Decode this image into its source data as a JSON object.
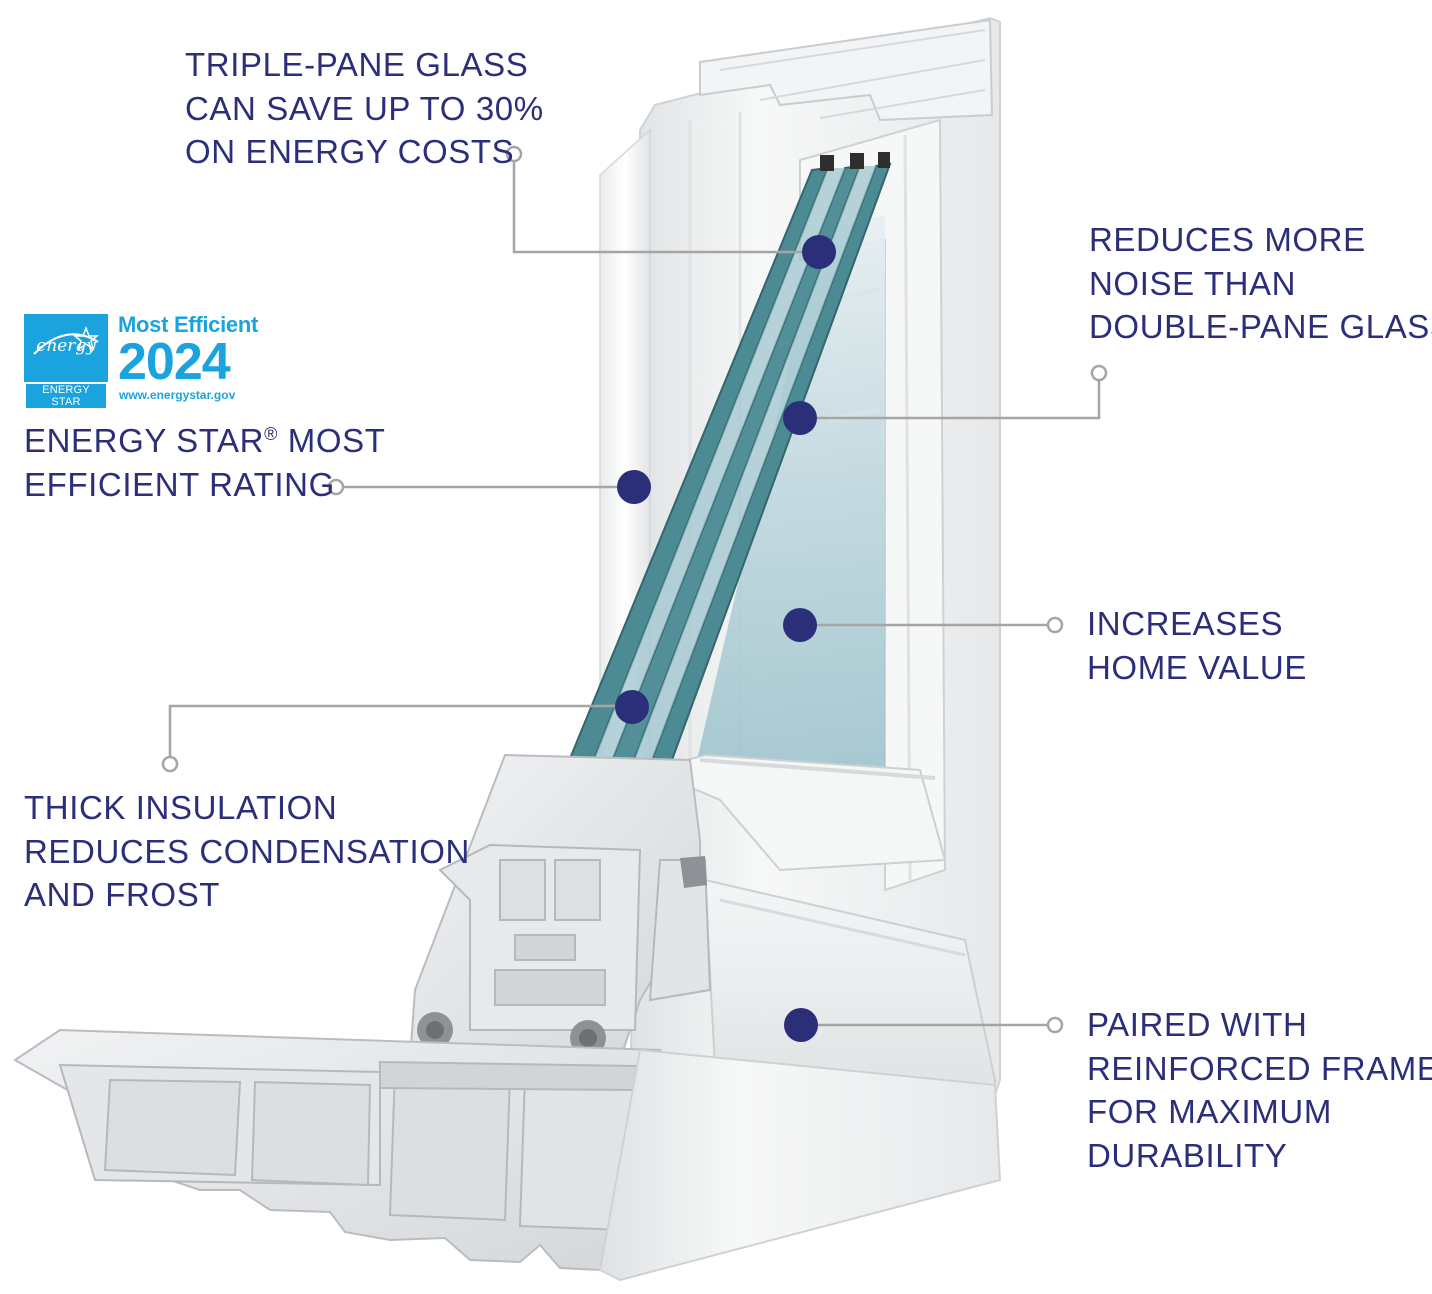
{
  "callouts": {
    "triple_pane": [
      "TRIPLE-PANE GLASS",
      "CAN SAVE UP TO 30%",
      "ON ENERGY COSTS"
    ],
    "noise": [
      "REDUCES MORE",
      "NOISE THAN",
      "DOUBLE-PANE GLASS"
    ],
    "energy_star": {
      "line1_a": "ENERGY STAR",
      "line1_reg": "®",
      "line1_b": " MOST",
      "line2": "EFFICIENT RATING"
    },
    "home_value": [
      "INCREASES",
      "HOME VALUE"
    ],
    "insulation": [
      "THICK INSULATION",
      "REDUCES CONDENSATION",
      "AND FROST"
    ],
    "frame": [
      "PAIRED WITH",
      "REINFORCED FRAME",
      "FOR MAXIMUM",
      "DURABILITY"
    ]
  },
  "badge": {
    "script": "energy",
    "wordmark": "ENERGY STAR",
    "title": "Most Efficient",
    "year": "2024",
    "url": "www.energystar.gov"
  },
  "colors": {
    "text": "#2b2f7a",
    "marker": "#2b2f7a",
    "leader": "#a5a5a5",
    "badge_blue": "#1aa3df",
    "glass": "#4d8b94",
    "vinyl": "#eceeef"
  }
}
